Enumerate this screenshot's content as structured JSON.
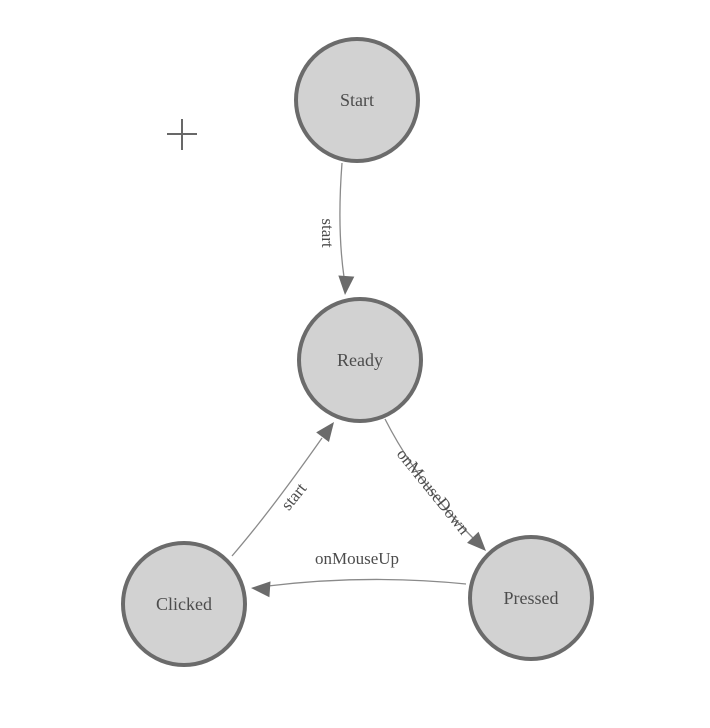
{
  "canvas": {
    "background": "#ffffff"
  },
  "colors": {
    "node_fill": "#d2d2d2",
    "node_stroke": "#6b6b6b",
    "label_text": "#4c4c4c",
    "edge_stroke": "#8a8a8a",
    "arrow_fill": "#6b6b6b",
    "plus": "#686868"
  },
  "toolbar": {
    "add_icon": "plus-icon"
  },
  "diagram": {
    "type": "state-machine",
    "nodes": [
      {
        "id": "start",
        "label": "Start"
      },
      {
        "id": "ready",
        "label": "Ready"
      },
      {
        "id": "clicked",
        "label": "Clicked"
      },
      {
        "id": "pressed",
        "label": "Pressed"
      }
    ],
    "edges": [
      {
        "from": "start",
        "to": "ready",
        "label": "start"
      },
      {
        "from": "ready",
        "to": "pressed",
        "label": "onMouseDown"
      },
      {
        "from": "clicked",
        "to": "ready",
        "label": "start"
      },
      {
        "from": "pressed",
        "to": "clicked",
        "label": "onMouseUp"
      }
    ]
  }
}
